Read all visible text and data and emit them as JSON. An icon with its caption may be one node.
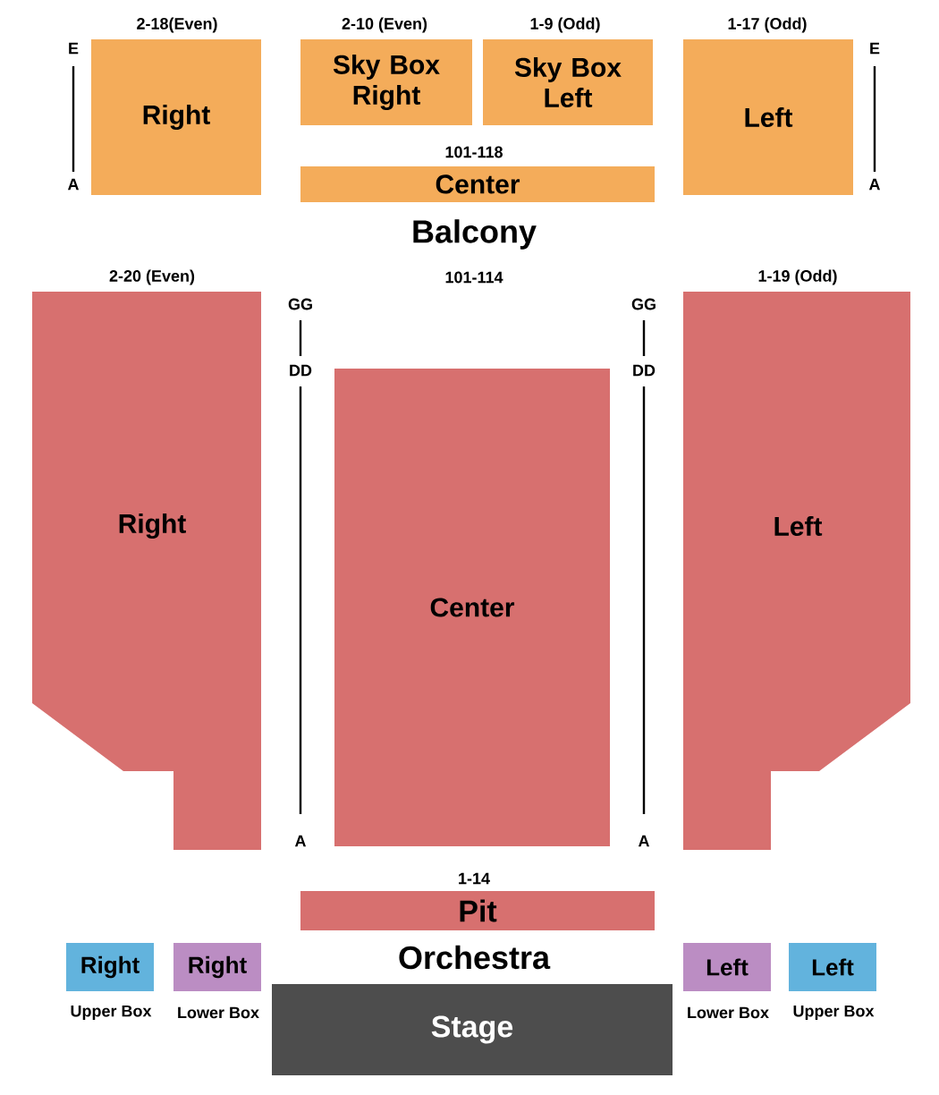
{
  "diagram": {
    "nodes": [
      {
        "text": [
          "Right"
        ],
        "beside": [
          "2-18(Even)"
        ]
      },
      {
        "text": [
          "Sky Box Right"
        ],
        "beside": [
          "2-10 (Even)"
        ]
      },
      {
        "text": [
          "Sky Box Left"
        ],
        "beside": [
          "1-9 (Odd)"
        ]
      },
      {
        "text": [
          "Left"
        ],
        "beside": [
          "1-17 (Odd)"
        ]
      },
      {
        "text": [
          "Center"
        ],
        "beside": [
          "101-118"
        ]
      },
      {
        "text": [
          "Right"
        ],
        "beside": [
          "2-20 (Even)"
        ]
      },
      {
        "text": [
          "Center"
        ]
      },
      {
        "text": [
          "Left"
        ],
        "beside": [
          "1-19 (Odd)"
        ]
      },
      {
        "text": [
          "Pit"
        ],
        "beside": [
          "1-14"
        ]
      },
      {
        "text": [
          "Right"
        ],
        "beside": [
          "Upper Box"
        ]
      },
      {
        "text": [
          "Right"
        ],
        "beside": [
          "Lower Box"
        ]
      },
      {
        "text": [
          "Left"
        ],
        "beside": [
          "Lower Box"
        ]
      },
      {
        "text": [
          "Left"
        ],
        "beside": [
          "Upper Box"
        ]
      },
      {
        "text": [
          "Stage"
        ]
      }
    ],
    "labels": [
      "E",
      "A",
      "E",
      "A",
      "Balcony",
      "101-114",
      "GG",
      "DD",
      "A",
      "GG",
      "DD",
      "A",
      "Orchestra"
    ]
  }
}
